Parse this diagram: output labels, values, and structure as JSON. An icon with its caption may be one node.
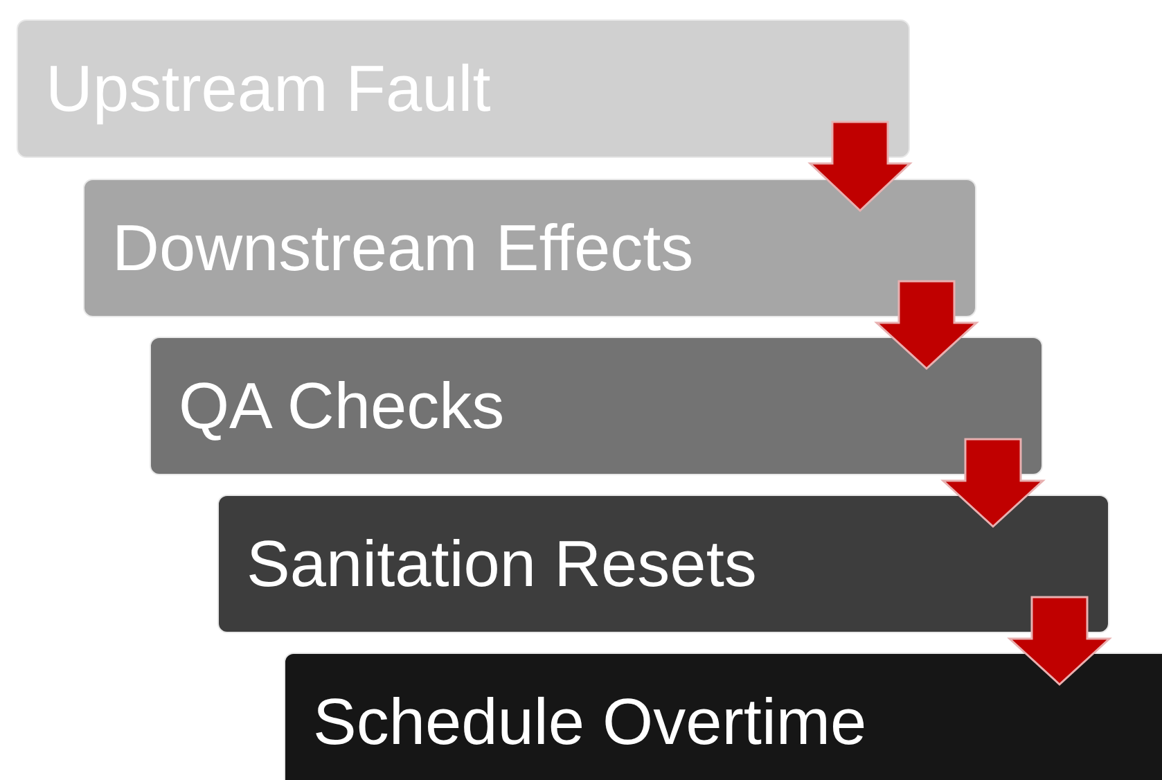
{
  "diagram": {
    "nodes": [
      {
        "text": [
          "Upstream Fault"
        ]
      },
      {
        "text": [
          "Downstream Effects"
        ]
      },
      {
        "text": [
          "QA Checks"
        ]
      },
      {
        "text": [
          "Sanitation Resets"
        ]
      },
      {
        "text": [
          "Schedule Overtime"
        ]
      }
    ],
    "edges": [
      {
        "from": 0,
        "to": 1,
        "arrow": "to",
        "style": "thick",
        "color": "#c00000"
      },
      {
        "from": 1,
        "to": 2,
        "arrow": "to",
        "style": "thick",
        "color": "#c00000"
      },
      {
        "from": 2,
        "to": 3,
        "arrow": "to",
        "style": "thick",
        "color": "#c00000"
      },
      {
        "from": 3,
        "to": 4,
        "arrow": "to",
        "style": "thick",
        "color": "#c00000"
      }
    ]
  }
}
